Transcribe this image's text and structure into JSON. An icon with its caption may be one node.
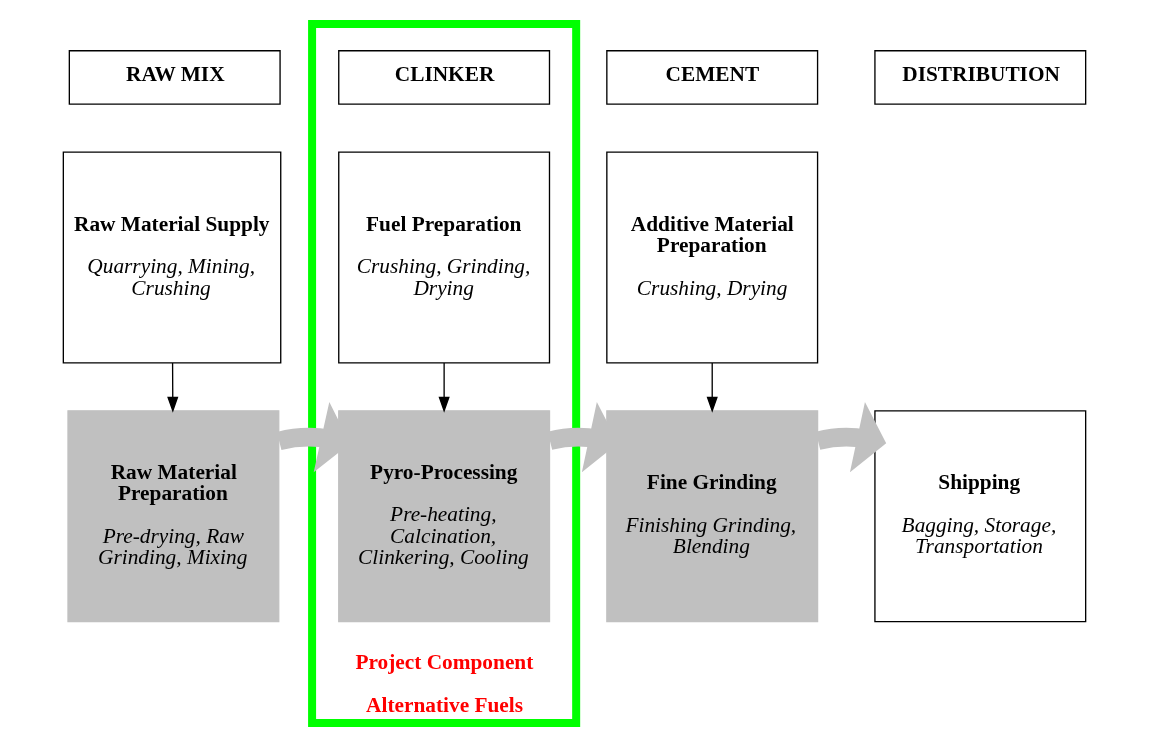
{
  "diagram": {
    "nodes": [
      {
        "text": [
          "Project Component",
          "Alternative Fuels"
        ]
      },
      {
        "text": [
          "RAW MIX"
        ]
      },
      {
        "text": [
          "CLINKER"
        ],
        "in": 0
      },
      {
        "text": [
          "CEMENT"
        ]
      },
      {
        "text": [
          "DISTRIBUTION"
        ]
      },
      {
        "text": [
          "Raw Material Supply",
          "Quarrying, Mining, Crushing"
        ]
      },
      {
        "text": [
          "Fuel Preparation",
          "Crushing, Grinding, Drying"
        ],
        "in": 0
      },
      {
        "text": [
          "Additive Material Preparation",
          "Crushing, Drying"
        ]
      },
      {
        "text": [
          "Raw Material Preparation",
          "Pre-drying, Raw Grinding, Mixing"
        ]
      },
      {
        "text": [
          "Pyro-Processing",
          "Pre-heating, Calcination, Clinkering, Cooling"
        ],
        "in": 0
      },
      {
        "text": [
          "Fine Grinding",
          "Finishing Grinding, Blending"
        ]
      },
      {
        "text": [
          "Shipping",
          "Bagging, Storage, Transportation"
        ]
      }
    ],
    "edges": [
      {
        "from": 5,
        "to": 8,
        "arrow": "to"
      },
      {
        "from": 6,
        "to": 9,
        "arrow": "to"
      },
      {
        "from": 7,
        "to": 10,
        "arrow": "to"
      },
      {
        "from": 8,
        "to": 9,
        "arrow": "to",
        "style": "thick",
        "color": "#c0c0c0"
      },
      {
        "from": 9,
        "to": 10,
        "arrow": "to",
        "style": "thick",
        "color": "#c0c0c0"
      },
      {
        "from": 10,
        "to": 11,
        "arrow": "to",
        "style": "thick",
        "color": "#c0c0c0"
      }
    ]
  }
}
